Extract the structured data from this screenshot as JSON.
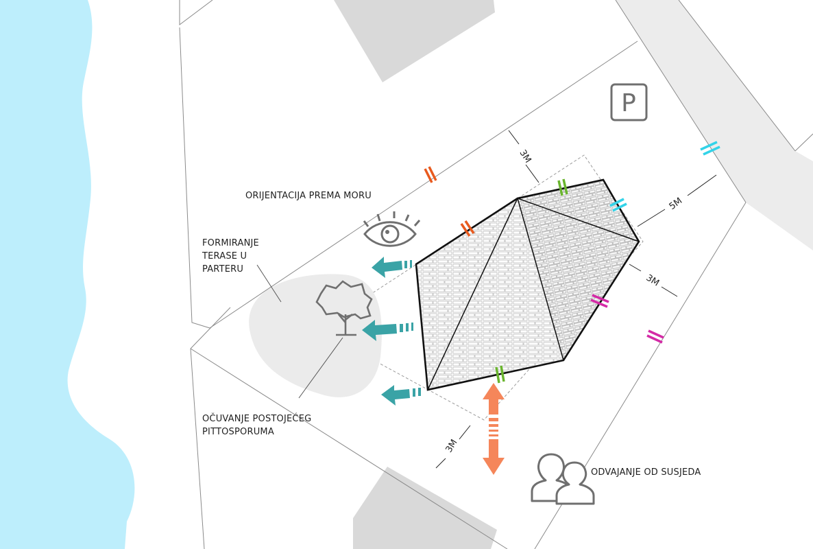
{
  "labels": {
    "orientation": "ORIJENTACIJA PREMA MORU",
    "terrace_1": "FORMIRANJE",
    "terrace_2": "TERASE U",
    "terrace_3": "PARTERU",
    "tree_1": "OČUVANJE POSTOJEĆEG",
    "tree_2": "PITTOSPORUMA",
    "neighbors": "ODVAJANJE OD SUSJEDA"
  },
  "dimensions": {
    "top": "3M",
    "right_top": "5M",
    "right": "3M",
    "bottom": "3M"
  },
  "parking": {
    "letter": "P"
  },
  "colors": {
    "sea": "#bdeefc",
    "block": "#d9d9d9",
    "terrace": "#ebebeb",
    "teal_arrow": "#3aa3a6",
    "orange_arrow": "#f5865a",
    "mark_red": "#e85a1e",
    "mark_green": "#6ab52e",
    "mark_cyan": "#33d3e8",
    "mark_magenta": "#d42aa6",
    "icon_grey": "#6f6f6f"
  }
}
